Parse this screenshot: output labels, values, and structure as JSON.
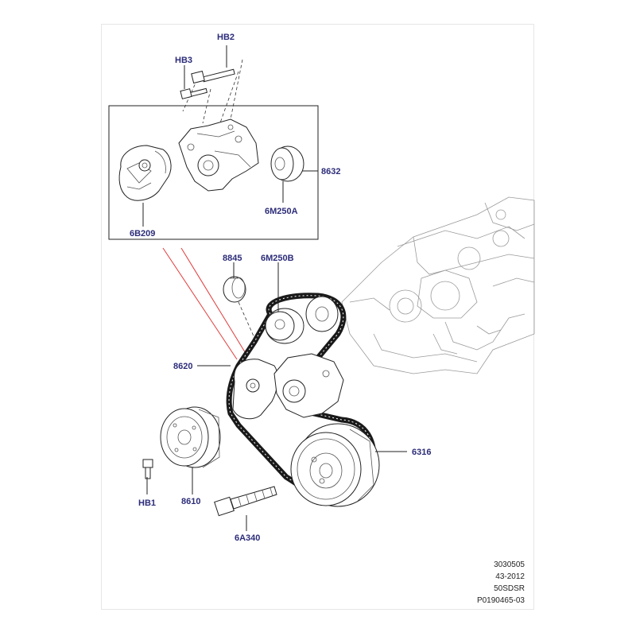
{
  "callouts": {
    "hb2": "HB2",
    "hb3": "HB3",
    "c8632": "8632",
    "c6b209": "6B209",
    "c6m250a": "6M250A",
    "c8845": "8845",
    "c6m250b": "6M250B",
    "c8620": "8620",
    "c6316": "6316",
    "hb1": "HB1",
    "c8610": "8610",
    "c6a340": "6A340"
  },
  "footer": {
    "line1": "3030505",
    "line2": "43-2012",
    "line3": "50SDSR",
    "line4": "P0190465-03"
  },
  "colors": {
    "callout_text": "#2c2c7a",
    "leader_red": "#e23a3a",
    "frame_border": "#e6e6e6"
  }
}
